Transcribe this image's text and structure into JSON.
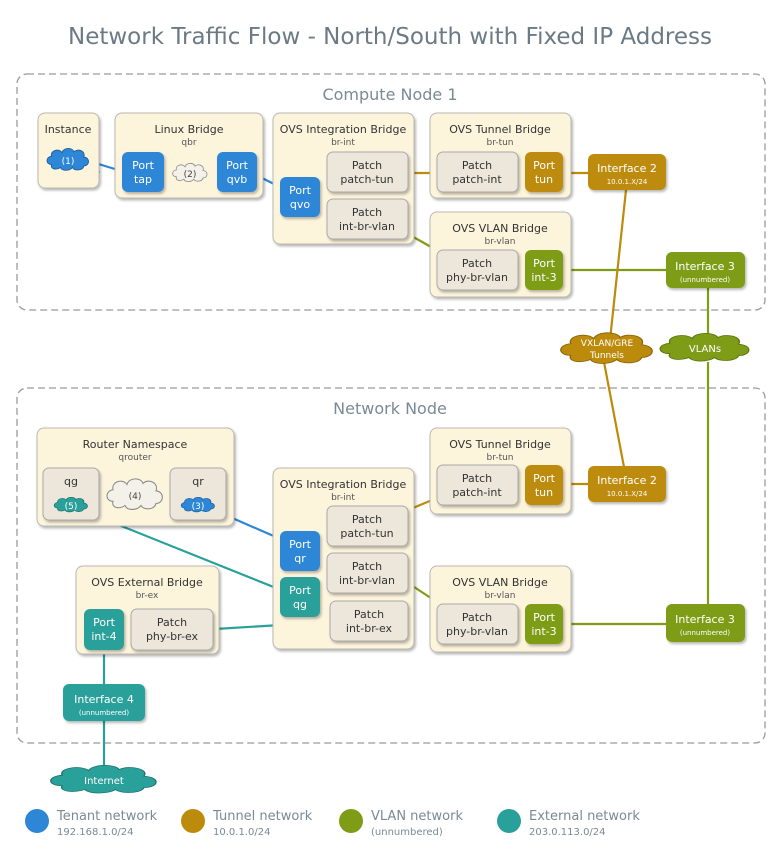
{
  "title": "Network Traffic Flow - North/South with Fixed IP Address",
  "colors": {
    "tenant": "#2d86d6",
    "tunnel": "#bd8b0c",
    "vlan": "#7f9c16",
    "external": "#2aa09a",
    "box_fill": "#fdf4dc",
    "box_stroke": "#b9b8b1",
    "patch_fill": "#ece7da",
    "node_fill": "#ffffff",
    "node_stroke": "#9a9a9a"
  },
  "compute_node": {
    "label": "Compute Node 1",
    "instance": {
      "title": "Instance",
      "cloud": "(1)"
    },
    "linux_bridge": {
      "title": "Linux Bridge",
      "sub": "qbr",
      "port_tap": [
        "Port",
        "tap"
      ],
      "cloud": "(2)",
      "port_qvb": [
        "Port",
        "qvb"
      ]
    },
    "ovs_int": {
      "title": "OVS Integration Bridge",
      "sub": "br-int",
      "patch_tun": [
        "Patch",
        "patch-tun"
      ],
      "port_qvo": [
        "Port",
        "qvo"
      ],
      "patch_vlan": [
        "Patch",
        "int-br-vlan"
      ]
    },
    "ovs_tun": {
      "title": "OVS Tunnel Bridge",
      "sub": "br-tun",
      "patch_int": [
        "Patch",
        "patch-int"
      ],
      "port_tun": [
        "Port",
        "tun"
      ]
    },
    "ovs_vlan": {
      "title": "OVS VLAN Bridge",
      "sub": "br-vlan",
      "patch_phy": [
        "Patch",
        "phy-br-vlan"
      ],
      "port_int3": [
        "Port",
        "int-3"
      ]
    },
    "iface2": {
      "title": "Interface 2",
      "sub": "10.0.1.X/24"
    },
    "iface3": {
      "title": "Interface 3",
      "sub": "(unnumbered)"
    }
  },
  "clouds": {
    "tunnels": [
      "VXLAN/GRE",
      "Tunnels"
    ],
    "vlans": "VLANs",
    "internet": "Internet"
  },
  "network_node": {
    "label": "Network Node",
    "router": {
      "title": "Router Namespace",
      "sub": "qrouter",
      "qg": "qg",
      "qg_cloud": "(5)",
      "mid_cloud": "(4)",
      "qr": "qr",
      "qr_cloud": "(3)"
    },
    "ovs_int": {
      "title": "OVS Integration Bridge",
      "sub": "br-int",
      "patch_tun": [
        "Patch",
        "patch-tun"
      ],
      "port_qr": [
        "Port",
        "qr"
      ],
      "port_qg": [
        "Port",
        "qg"
      ],
      "patch_vlan": [
        "Patch",
        "int-br-vlan"
      ],
      "patch_ex": [
        "Patch",
        "int-br-ex"
      ]
    },
    "ovs_tun": {
      "title": "OVS Tunnel Bridge",
      "sub": "br-tun",
      "patch_int": [
        "Patch",
        "patch-int"
      ],
      "port_tun": [
        "Port",
        "tun"
      ]
    },
    "ovs_vlan": {
      "title": "OVS VLAN Bridge",
      "sub": "br-vlan",
      "patch_phy": [
        "Patch",
        "phy-br-vlan"
      ],
      "port_int3": [
        "Port",
        "int-3"
      ]
    },
    "ovs_ex": {
      "title": "OVS External Bridge",
      "sub": "br-ex",
      "port_int4": [
        "Port",
        "int-4"
      ],
      "patch_phy": [
        "Patch",
        "phy-br-ex"
      ]
    },
    "iface2": {
      "title": "Interface 2",
      "sub": "10.0.1.X/24"
    },
    "iface3": {
      "title": "Interface 3",
      "sub": "(unnumbered)"
    },
    "iface4": {
      "title": "Interface 4",
      "sub": "(unnumbered)"
    }
  },
  "legend": [
    {
      "name": "Tenant network",
      "sub": "192.168.1.0/24",
      "color_key": "tenant"
    },
    {
      "name": "Tunnel network",
      "sub": "10.0.1.0/24",
      "color_key": "tunnel"
    },
    {
      "name": "VLAN network",
      "sub": "(unnumbered)",
      "color_key": "vlan"
    },
    {
      "name": "External network",
      "sub": "203.0.113.0/24",
      "color_key": "external"
    }
  ]
}
